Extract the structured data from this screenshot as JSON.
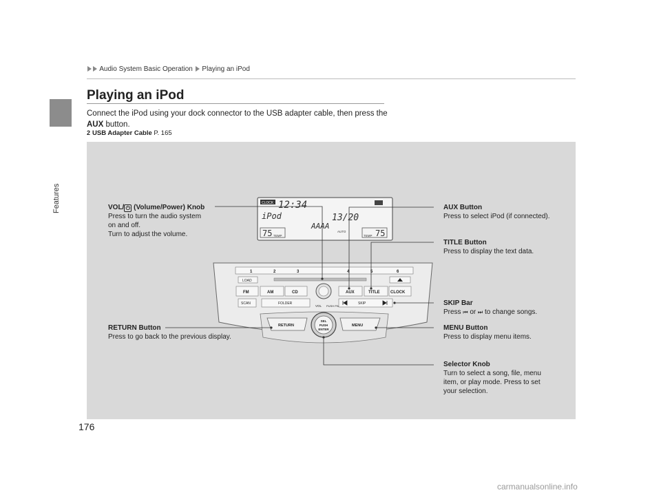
{
  "section_tab": "Features",
  "breadcrumb": [
    "Audio System Basic Operation",
    "Playing an iPod"
  ],
  "page_title": "Playing an iPod",
  "intro": {
    "text_before": "Connect the iPod using your dock connector to the USB adapter cable, then press the",
    "button_word": "AUX",
    "text_after": "button."
  },
  "xref": {
    "label": "USB Adapter Cable",
    "page": "P. 165"
  },
  "display": {
    "clock_tag": "CLOCK",
    "time": "12:34",
    "source": "iPod",
    "track": "13/20",
    "song": "AAAA",
    "temp_left": "75",
    "temp_right": "75",
    "temp_label": "TEMP",
    "auto_label": "AUTO"
  },
  "unit": {
    "presets": [
      "1",
      "2",
      "3",
      "4",
      "5",
      "6"
    ],
    "load": "LOAD",
    "fm": "FM",
    "am": "AM",
    "cd": "CD",
    "aux": "AUX",
    "title": "TITLE",
    "clock": "CLOCK",
    "scan": "SCAN",
    "folder": "FOLDER",
    "vol": "VOL",
    "pwr": "PUSH PWR",
    "skip": "SKIP",
    "return": "RETURN",
    "menu": "MENU",
    "sel": [
      "SEL",
      "PUSH",
      "ENTER"
    ]
  },
  "callouts": {
    "vol": {
      "title": "VOL/ (Volume/Power) Knob",
      "lines": [
        "Press to turn the audio system",
        "on and off.",
        "Turn to adjust the volume."
      ]
    },
    "aux": {
      "title": "AUX Button",
      "lines": [
        "Press to select iPod (if connected)."
      ]
    },
    "title_btn": {
      "title": "TITLE Button",
      "lines": [
        "Press to display the text data."
      ]
    },
    "skip": {
      "title": "SKIP Bar",
      "before": "Press",
      "middle": "or",
      "after": "to change songs."
    },
    "return": {
      "title": "RETURN Button",
      "lines": [
        "Press to go back to the previous display."
      ]
    },
    "menu": {
      "title": "MENU Button",
      "lines": [
        "Press to display menu items."
      ]
    },
    "selector": {
      "title": "Selector Knob",
      "lines": [
        "Turn to select a song, file, menu",
        "item, or play mode. Press to set",
        "your selection."
      ]
    }
  },
  "page_number": "176",
  "watermark": "carmanualsonline.info"
}
